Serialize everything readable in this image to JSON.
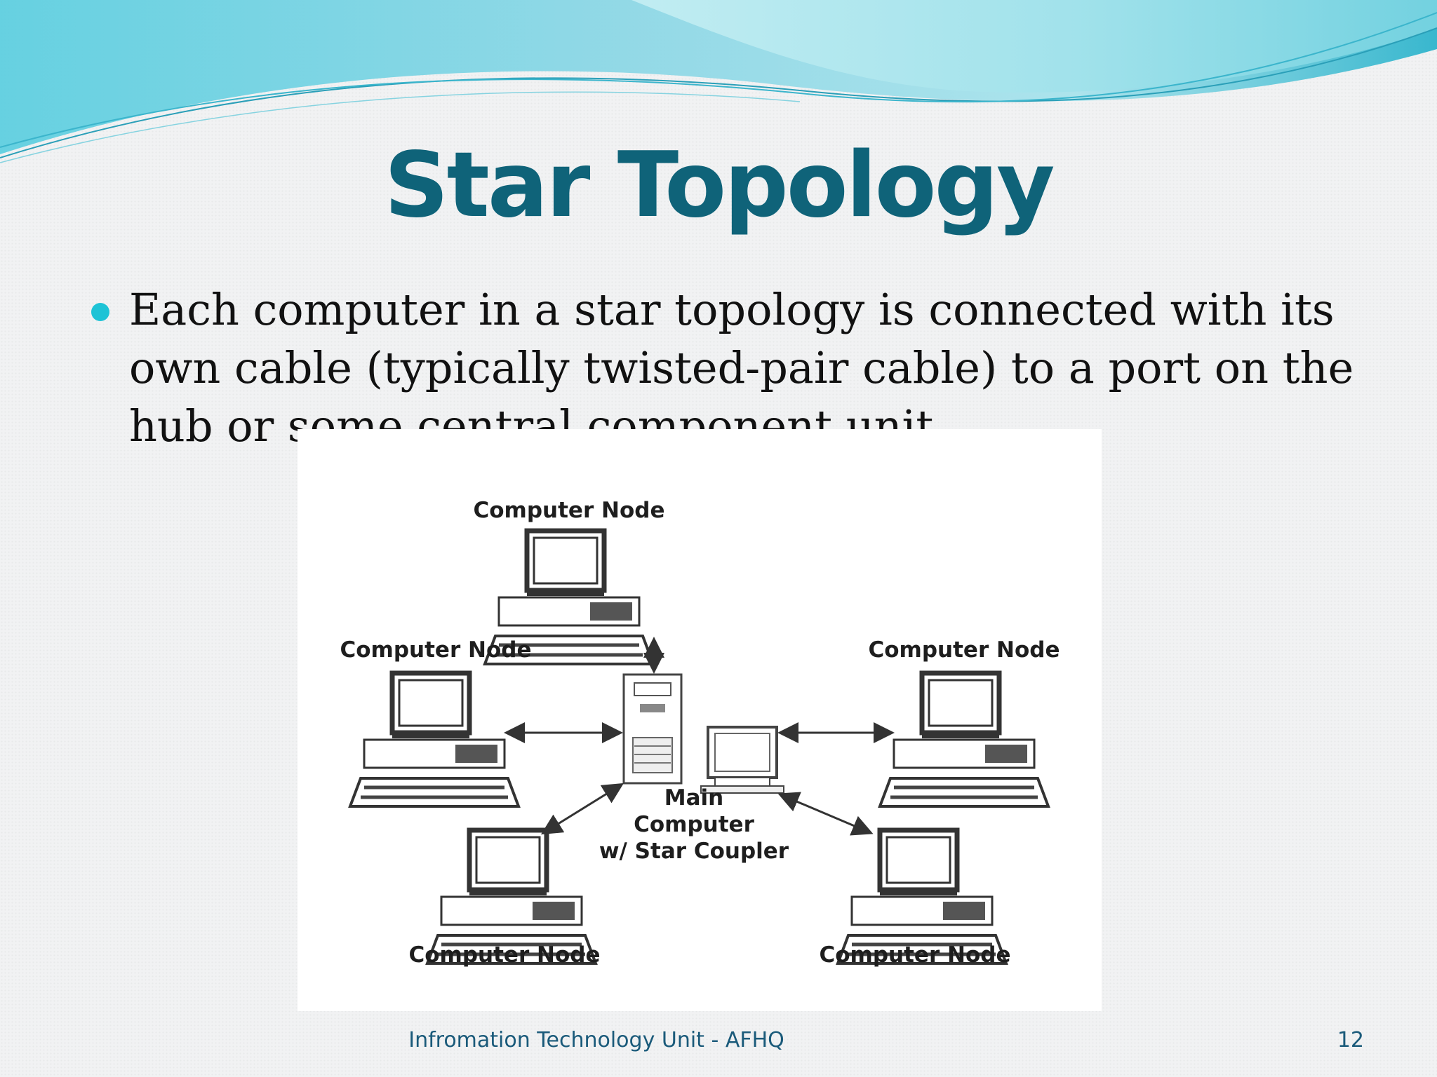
{
  "slide": {
    "title": "Star Topology",
    "bullet": "Each computer in a star topology is connected with its own cable (typically twisted-pair cable) to a port on the hub or some central component unit.",
    "footer": "Infromation Technology Unit - AFHQ",
    "page_number": "12"
  },
  "diagram": {
    "node_label": "Computer Node",
    "center_label_lines": [
      "Main",
      "Computer",
      "w/ Star Coupler"
    ],
    "nodes": [
      {
        "id": "top",
        "label": "Computer Node"
      },
      {
        "id": "left",
        "label": "Computer Node"
      },
      {
        "id": "right",
        "label": "Computer Node"
      },
      {
        "id": "bottom-left",
        "label": "Computer Node"
      },
      {
        "id": "bottom-right",
        "label": "Computer Node"
      }
    ]
  },
  "colors": {
    "title": "#0f6379",
    "bullet": "#1ec3d6",
    "footer": "#1a5a7a",
    "wave_light": "#bfeef2",
    "wave_dark": "#3fb8cf"
  }
}
